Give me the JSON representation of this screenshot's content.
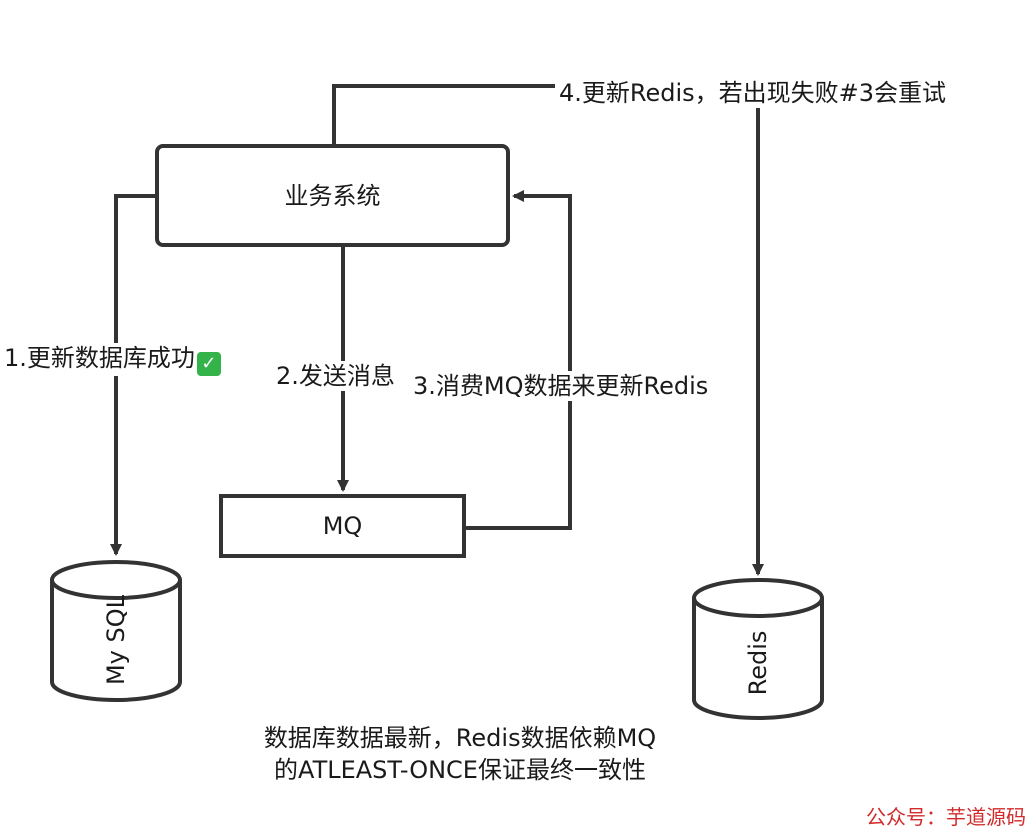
{
  "nodes": {
    "business_system": "业务系统",
    "mq": "MQ",
    "mysql": "My SQL",
    "redis": "Redis"
  },
  "edges": {
    "step1": "1.更新数据库成功",
    "step1_check": "✓",
    "step2": "2.发送消息",
    "step3": "3.消费MQ数据来更新Redis",
    "step4": "4.更新Redis，若出现失败#3会重试"
  },
  "footer": {
    "line1": "数据库数据最新，Redis数据依赖MQ",
    "line2": "的ATLEAST-ONCE保证最终一致性"
  },
  "watermark": "公众号：芋道源码",
  "colors": {
    "line": "#333333",
    "watermark": "#d22b2b",
    "check": "#33b34a"
  }
}
